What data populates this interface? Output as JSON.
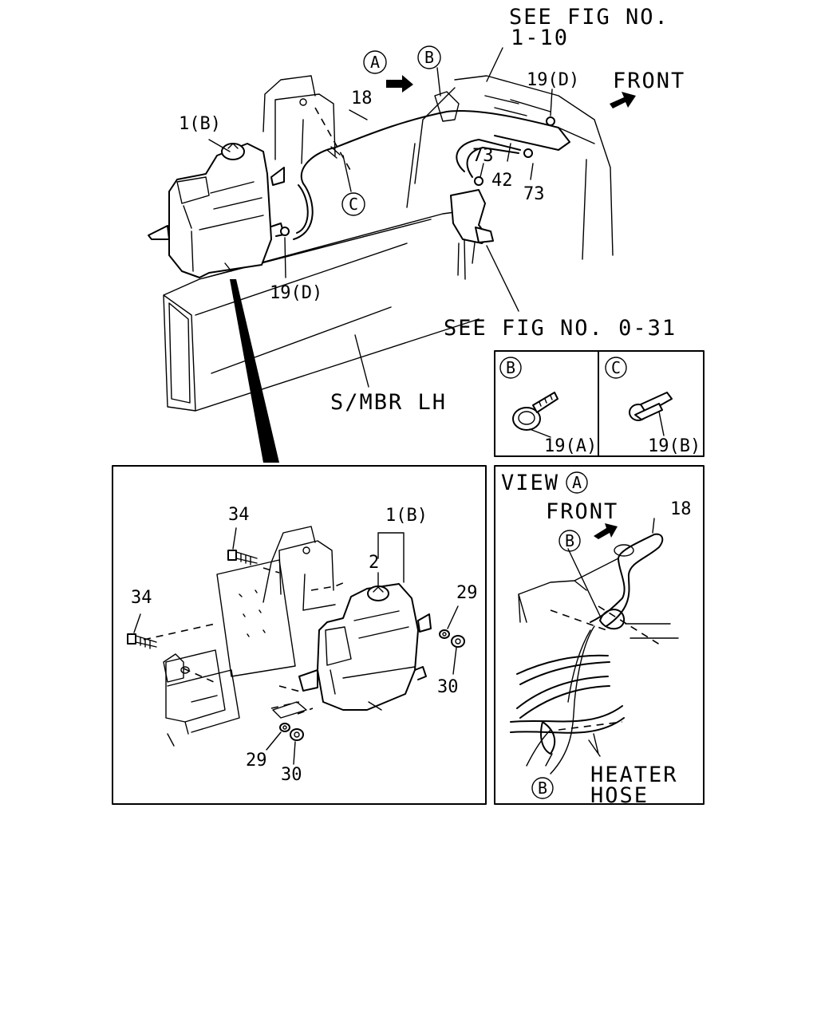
{
  "labels": {
    "see_fig_1_10_line1": "SEE FIG NO.",
    "see_fig_1_10_line2": "1-10",
    "front_top": "FRONT",
    "see_fig_0_31": "SEE FIG NO. 0-31",
    "s_mbr": "S/MBR LH",
    "view": "VIEW",
    "front_view": "FRONT",
    "heater_hose_1": "HEATER",
    "heater_hose_2": "HOSE"
  },
  "callouts": {
    "circle_a": "A",
    "circle_b": "B",
    "circle_c": "C",
    "part_1b": "1(B)",
    "part_18": "18",
    "part_19d_top": "19(D)",
    "part_19d_tank": "19(D)",
    "part_73_a": "73",
    "part_73_b": "73",
    "part_42": "42",
    "part_19a": "19(A)",
    "part_19b": "19(B)",
    "part_34_a": "34",
    "part_34_b": "34",
    "part_2": "2",
    "part_29_a": "29",
    "part_29_b": "29",
    "part_30_a": "30",
    "part_30_b": "30"
  },
  "icons": [
    "arrow-front-icon",
    "arrow-view-icon"
  ]
}
